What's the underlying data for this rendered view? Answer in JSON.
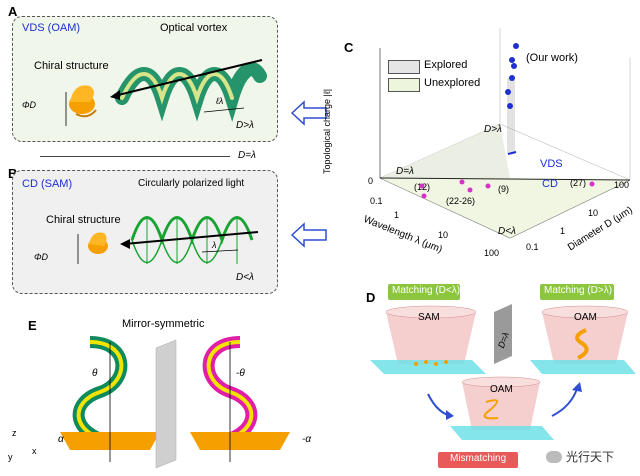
{
  "panels": {
    "A": {
      "letter": "A",
      "title": "VDS (OAM)",
      "vortex_label": "Optical vortex",
      "chiral_label": "Chiral structure",
      "diameter_label": "ΦD",
      "length_label": "ℓλ",
      "condition": "D>λ"
    },
    "divider_label": "D=λ",
    "B": {
      "letter": "B",
      "title": "CD (SAM)",
      "light_label": "Circularly polarized light",
      "chiral_label": "Chiral structure",
      "diameter_label": "ΦD",
      "length_label": "λ",
      "condition": "D<λ"
    },
    "C": {
      "letter": "C",
      "legend_explored": "Explored",
      "legend_unexplored": "Unexplored",
      "our_work": "(Our work)",
      "z_axis_label": "Topological charge |ℓ|",
      "x_axis_label": "Wavelength λ (μm)",
      "y_axis_label": "Diameter D (μm)",
      "plane_D_lambda": "D=λ",
      "region_D_gt": "D>λ",
      "region_D_lt": "D<λ",
      "vds_label": "VDS",
      "cd_label": "CD",
      "ref1": "(12)",
      "ref2": "(22-26)",
      "ref3": "(9)",
      "ref4": "(27)",
      "x_ticks": [
        "0.1",
        "1",
        "10",
        "100"
      ],
      "y_ticks": [
        "0.1",
        "1",
        "10",
        "100"
      ],
      "z_tick": "0"
    },
    "D": {
      "letter": "D",
      "matching_left": "Matching (D<λ)",
      "matching_right": "Matching (D>λ)",
      "sam": "SAM",
      "oam_right": "OAM",
      "oam_bottom": "OAM",
      "plate_label": "D=λ",
      "mismatching": "Mismatching"
    },
    "E": {
      "letter": "E",
      "title": "Mirror-symmetric",
      "theta": "θ",
      "neg_theta": "-θ",
      "alpha": "α",
      "neg_alpha": "-α",
      "axis_z": "z",
      "axis_y": "y",
      "axis_x": "x"
    }
  },
  "watermark": "光行天下",
  "colors": {
    "accent_blue": "#1a2fd6",
    "panel_bg": "#f1f6ea",
    "green_label": "#8cc63f",
    "red_label": "#e85a5a",
    "dot_blue": "#1f2fd0",
    "dot_magenta": "#d930c8",
    "orange": "#f5a000"
  },
  "chart_data": {
    "type": "scatter",
    "x_axis": "Wavelength λ (μm)",
    "y_axis": "Diameter D (μm)",
    "z_axis": "Topological charge |ℓ|",
    "series": [
      {
        "name": "CD",
        "color": "#d930c8"
      },
      {
        "name": "VDS",
        "color": "#1f2fd0"
      }
    ]
  }
}
